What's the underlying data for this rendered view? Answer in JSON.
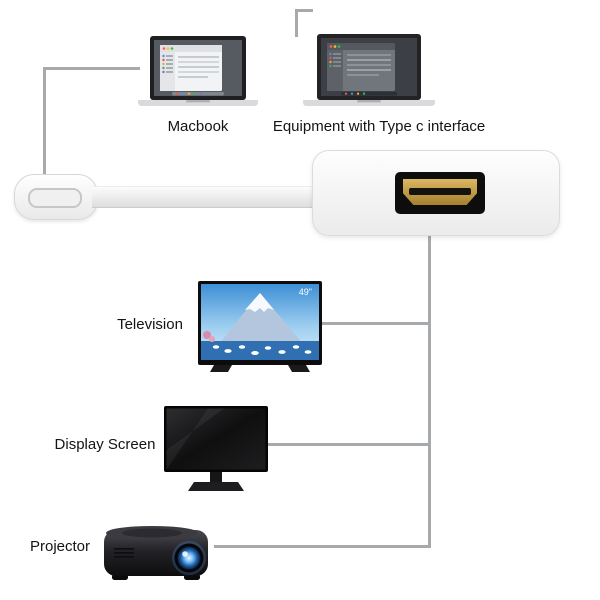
{
  "diagram": {
    "sources": {
      "macbook": {
        "label": "Macbook"
      },
      "typec_laptop": {
        "label": "Equipment with Type c interface"
      }
    },
    "adapter": {
      "left_connector": "usb-type-c-plug",
      "right_connector": "hdmi-female-port"
    },
    "displays": {
      "television": {
        "label": "Television",
        "size_badge": "49\""
      },
      "display_screen": {
        "label": "Display Screen"
      },
      "projector": {
        "label": "Projector"
      }
    }
  },
  "colors": {
    "connector_line": "#a7aaad",
    "label_text": "#141414",
    "hdmi_gold": "#c2974a",
    "projector_lens_blue": "#7cc0f7",
    "tv_sky_blue": "#3e8fd6"
  }
}
